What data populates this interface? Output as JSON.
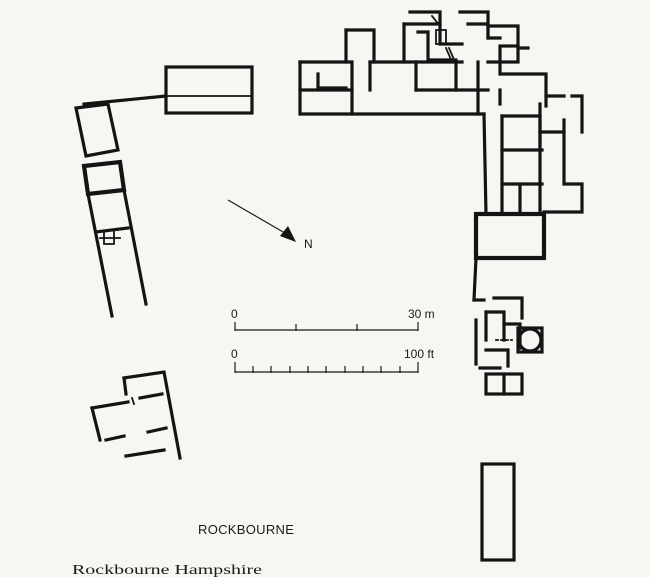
{
  "figure": {
    "site_name": "ROCKBOURNE",
    "north_label": "N",
    "caption_fragment": "Rockbourne Hampshire"
  },
  "scale_metric": {
    "start_label": "0",
    "end_label": "30 m"
  },
  "scale_imperial": {
    "start_label": "0",
    "end_label": "100 ft"
  }
}
